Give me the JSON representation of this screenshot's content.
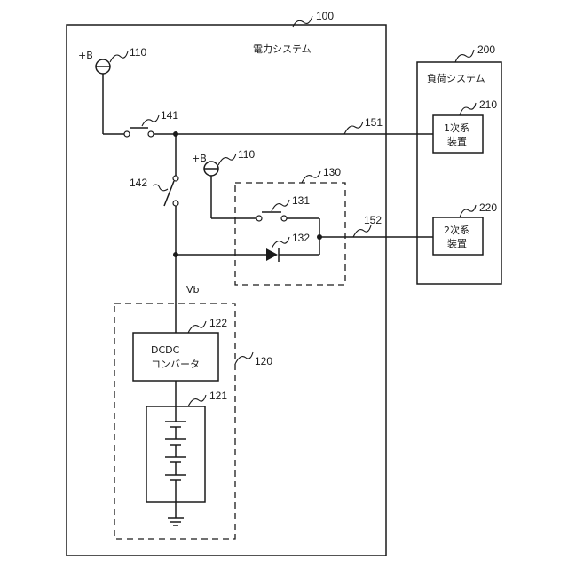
{
  "power_system": {
    "label": "電力システム",
    "ref": "100"
  },
  "load_system": {
    "label": "負荷システム",
    "ref": "200"
  },
  "primary_device": {
    "line1": "1次系",
    "line2": "装置",
    "ref": "210"
  },
  "secondary_device": {
    "line1": "2次系",
    "line2": "装置",
    "ref": "220"
  },
  "power_source_top": {
    "label": "+B",
    "ref": "110"
  },
  "power_source_mid": {
    "label": "+B",
    "ref": "110"
  },
  "switch_141": {
    "ref": "141"
  },
  "switch_142": {
    "ref": "142"
  },
  "switch_131": {
    "ref": "131"
  },
  "diode_132": {
    "ref": "132"
  },
  "relay_unit": {
    "ref": "130"
  },
  "wire_151": {
    "ref": "151"
  },
  "wire_152": {
    "ref": "152"
  },
  "voltage_label": "Vb",
  "dcdc": {
    "line1": "DCDC",
    "line2": "コンバータ",
    "ref": "122"
  },
  "battery": {
    "ref": "121"
  },
  "battery_unit": {
    "ref": "120"
  }
}
